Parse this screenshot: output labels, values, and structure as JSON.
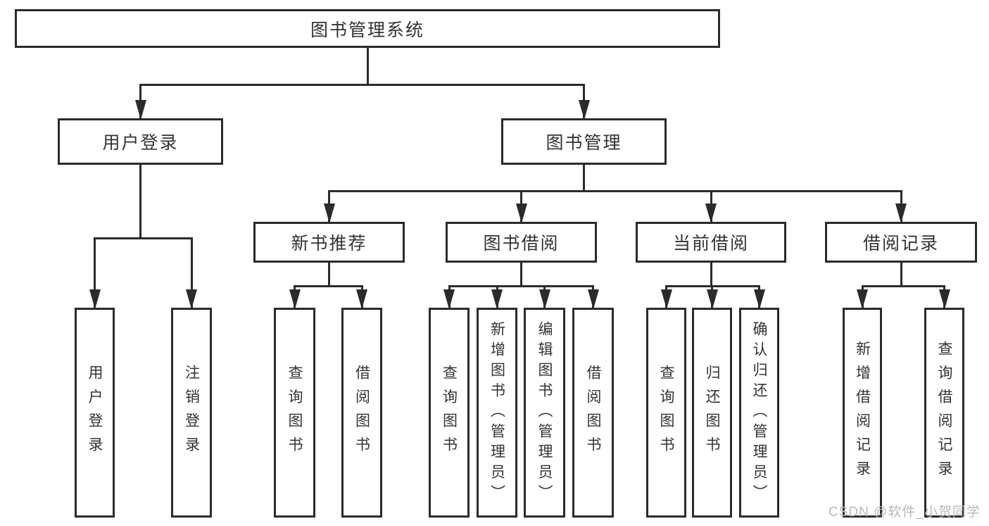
{
  "diagram_title": "图书管理系统",
  "watermark": "CSDN @软件_小贺同学",
  "colors": {
    "line": "#2b2b2b",
    "text": "#333333",
    "watermark": "#b9b9b9",
    "background": "#ffffff"
  },
  "nodes": [
    {
      "id": "system",
      "label": "图书管理系统",
      "orientation": "horizontal",
      "level": 1
    },
    {
      "id": "user-login",
      "label": "用户登录",
      "orientation": "horizontal",
      "level": 2
    },
    {
      "id": "book-mgmt",
      "label": "图书管理",
      "orientation": "horizontal",
      "level": 2
    },
    {
      "id": "new-book-rec",
      "label": "新书推荐",
      "orientation": "horizontal",
      "level": 3
    },
    {
      "id": "book-borrow",
      "label": "图书借阅",
      "orientation": "horizontal",
      "level": 3
    },
    {
      "id": "current-borrow",
      "label": "当前借阅",
      "orientation": "horizontal",
      "level": 3
    },
    {
      "id": "borrow-record",
      "label": "借阅记录",
      "orientation": "horizontal",
      "level": 3
    },
    {
      "id": "leaf-user-login",
      "label": "用户登录",
      "orientation": "vertical",
      "level": 4
    },
    {
      "id": "leaf-logout",
      "label": "注销登录",
      "orientation": "vertical",
      "level": 4
    },
    {
      "id": "leaf-query-1",
      "label": "查询图书",
      "orientation": "vertical",
      "level": 4
    },
    {
      "id": "leaf-borrow-1",
      "label": "借阅图书",
      "orientation": "vertical",
      "level": 4
    },
    {
      "id": "leaf-query-2",
      "label": "查询图书",
      "orientation": "vertical",
      "level": 4
    },
    {
      "id": "leaf-add-book",
      "label": "新增图书（管理员）",
      "orientation": "vertical",
      "level": 4
    },
    {
      "id": "leaf-edit-book",
      "label": "编辑图书（管理员）",
      "orientation": "vertical",
      "level": 4
    },
    {
      "id": "leaf-borrow-2",
      "label": "借阅图书",
      "orientation": "vertical",
      "level": 4
    },
    {
      "id": "leaf-query-3",
      "label": "查询图书",
      "orientation": "vertical",
      "level": 4
    },
    {
      "id": "leaf-return",
      "label": "归还图书",
      "orientation": "vertical",
      "level": 4
    },
    {
      "id": "leaf-confirm-return",
      "label": "确认归还（管理员）",
      "orientation": "vertical",
      "level": 4
    },
    {
      "id": "leaf-add-record",
      "label": "新增借阅记录",
      "orientation": "vertical",
      "level": 4
    },
    {
      "id": "leaf-query-record",
      "label": "查询借阅记录",
      "orientation": "vertical",
      "level": 4
    }
  ],
  "edges": [
    {
      "parent": "system",
      "children": [
        "user-login",
        "book-mgmt"
      ]
    },
    {
      "parent": "user-login",
      "children": [
        "leaf-user-login",
        "leaf-logout"
      ]
    },
    {
      "parent": "book-mgmt",
      "children": [
        "new-book-rec",
        "book-borrow",
        "current-borrow",
        "borrow-record"
      ]
    },
    {
      "parent": "new-book-rec",
      "children": [
        "leaf-query-1",
        "leaf-borrow-1"
      ]
    },
    {
      "parent": "book-borrow",
      "children": [
        "leaf-query-2",
        "leaf-add-book",
        "leaf-edit-book",
        "leaf-borrow-2"
      ]
    },
    {
      "parent": "current-borrow",
      "children": [
        "leaf-query-3",
        "leaf-return",
        "leaf-confirm-return"
      ]
    },
    {
      "parent": "borrow-record",
      "children": [
        "leaf-add-record",
        "leaf-query-record"
      ]
    }
  ]
}
